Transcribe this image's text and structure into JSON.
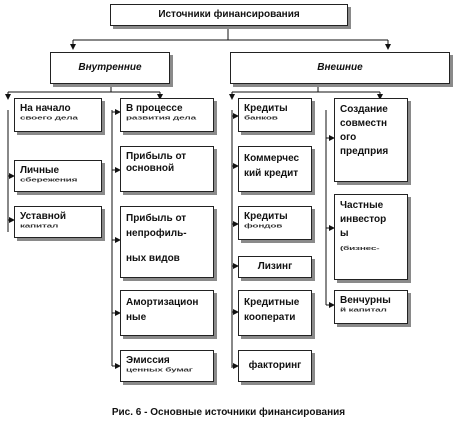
{
  "diagram": {
    "title": "Источники финансирования",
    "internal": "Внутренние",
    "external": "Внешние",
    "col1": {
      "item1": {
        "line1": "На начало",
        "line2": "своего дела"
      },
      "item2": {
        "line1": "Личные",
        "line2": "сбережения"
      },
      "item3": {
        "line1": "Уставной",
        "line2": "капитал"
      }
    },
    "col2": {
      "item1": {
        "line1": "В процессе",
        "line2": "развития дела"
      },
      "item2": {
        "line1": "Прибыль от",
        "line2": "основной"
      },
      "item3": {
        "line1": "Прибыль от",
        "line2": "непрофиль-",
        "line3": "ных видов"
      },
      "item4": {
        "line1": "Амортизацион",
        "line2": "ные"
      },
      "item5": {
        "line1": "Эмиссия",
        "line2": "ценных бумаг"
      }
    },
    "col3": {
      "item1": {
        "line1": "Кредиты",
        "line2": "банков"
      },
      "item2": {
        "line1": "Коммерчес",
        "line2": "кий кредит"
      },
      "item3": {
        "line1": "Кредиты",
        "line2": "фондов"
      },
      "item4": {
        "line1": "Лизинг"
      },
      "item5": {
        "line1": "Кредитные",
        "line2": "кооперати"
      },
      "item6": {
        "line1": "факторинг"
      }
    },
    "col4": {
      "item1": {
        "line1": "Создание",
        "line2": "совместн",
        "line3": "ого",
        "line4": "предприя"
      },
      "item2": {
        "line1": "Частные",
        "line2": "инвестор",
        "line3": "ы",
        "line4": "(бизнес-"
      },
      "item3": {
        "line1": "Венчурны",
        "line2": "й капитал"
      }
    },
    "caption": "Рис. 6 - Основные источники финансирования"
  }
}
